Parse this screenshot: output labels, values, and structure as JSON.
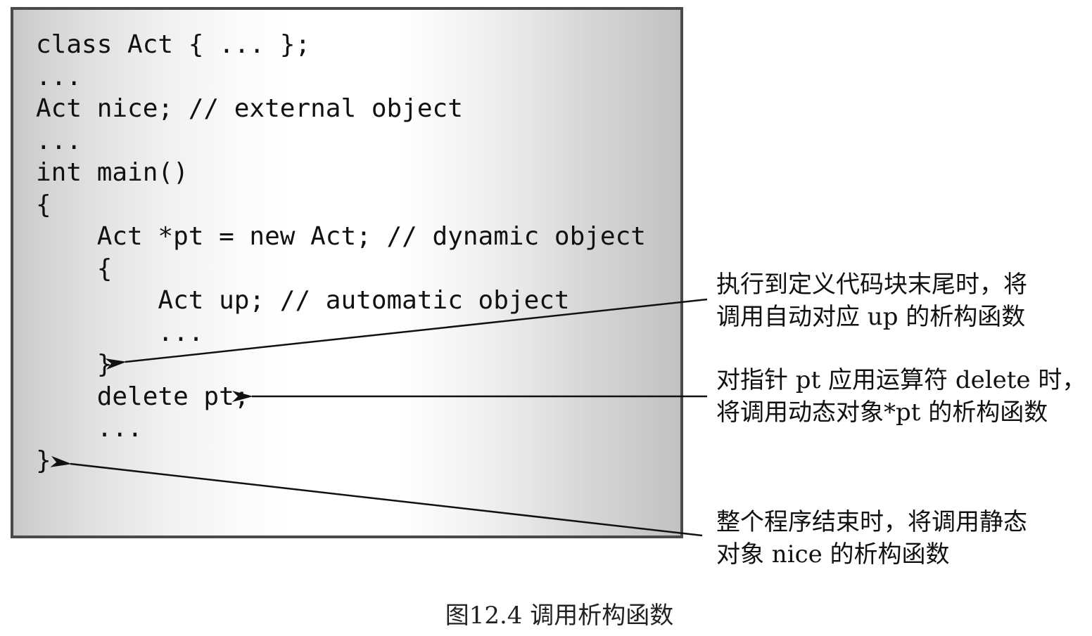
{
  "code_lines": [
    "class Act { ... };",
    "...",
    "Act nice; // external object",
    "...",
    "int main()",
    "{",
    "    Act *pt = new Act; // dynamic object",
    "    {",
    "        Act up; // automatic object",
    "        ...",
    "    }",
    "    delete pt;",
    "    ...",
    "}"
  ],
  "notes": [
    {
      "line1": "执行到定义代码块末尾时，将",
      "line2": "调用自动对应 up 的析构函数"
    },
    {
      "line1": "对指针 pt 应用运算符 delete 时，",
      "line2": "将调用动态对象*pt 的析构函数"
    },
    {
      "line1": "整个程序结束时，将调用静态",
      "line2": "对象 nice 的析构函数"
    }
  ],
  "caption": "图12.4 调用析构函数",
  "colors": {
    "border": "#4a4a4a",
    "text": "#111111",
    "arrow": "#111111"
  }
}
